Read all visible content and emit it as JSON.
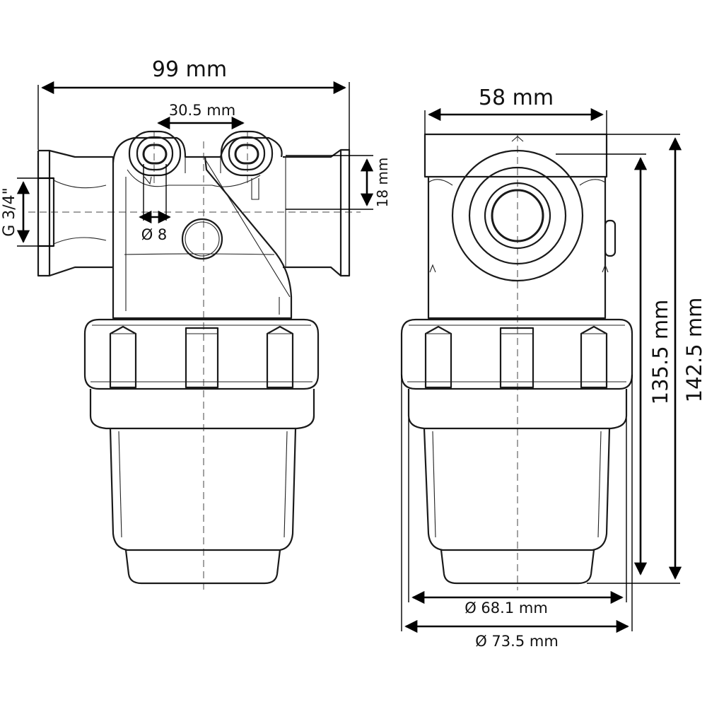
{
  "dimensions": {
    "width_total": "99 mm",
    "port_spacing": "30.5 mm",
    "port_diameter": "Ø 8",
    "thread": "G 3/4\"",
    "outlet_offset": "18 mm",
    "side_width": "58 mm",
    "height_body": "135.5 mm",
    "height_total": "142.5 mm",
    "bowl_diameter_inner": "Ø 68.1 mm",
    "bowl_diameter_outer": "Ø 73.5 mm"
  },
  "colors": {
    "line": "#1a1a1a",
    "background": "#ffffff"
  }
}
